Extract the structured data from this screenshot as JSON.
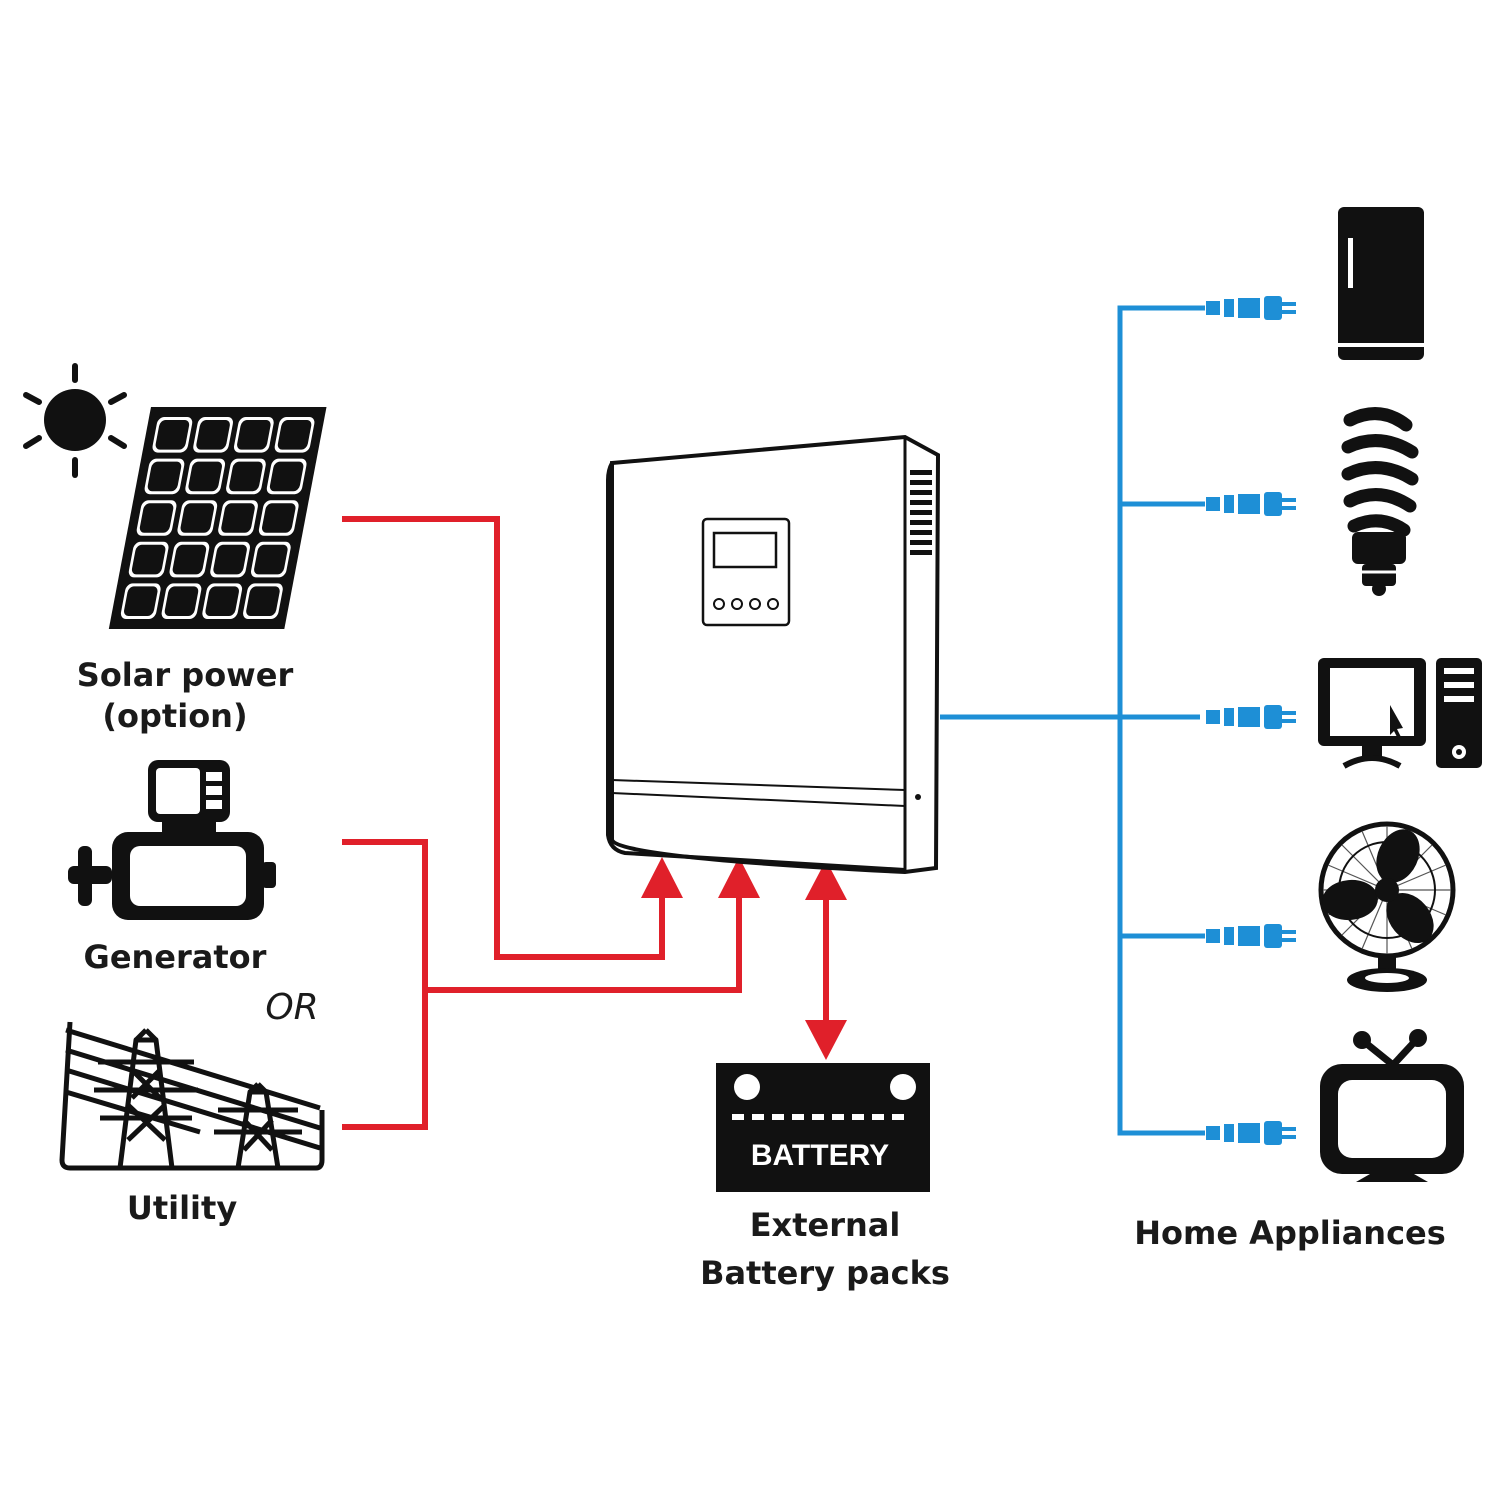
{
  "labels": {
    "solar_line1": "Solar power",
    "solar_line2": "(option)",
    "generator": "Generator",
    "or": "OR",
    "utility": "Utility",
    "battery_tag": "BATTERY",
    "battery_line1": "External",
    "battery_line2": "Battery packs",
    "appliances": "Home Appliances"
  },
  "colors": {
    "input_lines": "#e0202a",
    "output_lines": "#1e8fd6",
    "ink": "#111111"
  },
  "icons": [
    "sun-icon",
    "solar-panel-icon",
    "generator-icon",
    "power-tower-icon",
    "inverter-icon",
    "battery-icon",
    "fridge-icon",
    "bulb-icon",
    "computer-icon",
    "fan-icon",
    "tv-icon",
    "plug-icon"
  ]
}
